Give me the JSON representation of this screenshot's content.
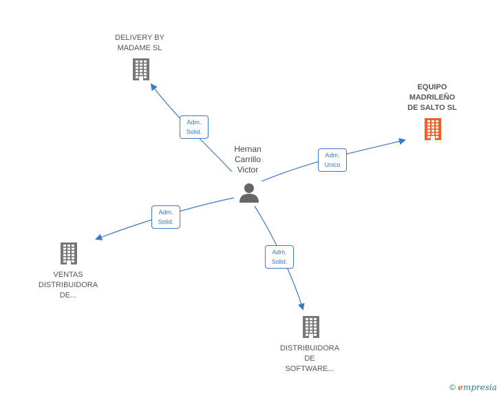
{
  "center": {
    "name": "Hernan\nCarrillo\nVictor",
    "icon": "person-icon"
  },
  "nodes": [
    {
      "id": "delivery",
      "label": "DELIVERY BY\nMADAME  SL",
      "icon": "building-icon",
      "color": "#777777"
    },
    {
      "id": "equipo",
      "label": "EQUIPO\nMADRILEÑO\nDE SALTO  SL",
      "icon": "building-icon",
      "color": "#ff5a1f"
    },
    {
      "id": "ventas",
      "label": "VENTAS\nDISTRIBUIDORA\nDE...",
      "icon": "building-icon",
      "color": "#777777"
    },
    {
      "id": "software",
      "label": "DISTRIBUIDORA\nDE\nSOFTWARE...",
      "icon": "building-icon",
      "color": "#777777"
    }
  ],
  "edges": [
    {
      "to": "delivery",
      "label": "Adm.\nSolid."
    },
    {
      "to": "equipo",
      "label": "Adm.\nUnico"
    },
    {
      "to": "ventas",
      "label": "Adm.\nSolid."
    },
    {
      "to": "software",
      "label": "Adm.\nSolid."
    }
  ],
  "footer": {
    "copyright": "©",
    "brand_first": "e",
    "brand_rest": "mpresia"
  },
  "colors": {
    "edge": "#3a78c9",
    "building": "#777777",
    "highlight": "#ff5a1f",
    "person": "#666666"
  }
}
